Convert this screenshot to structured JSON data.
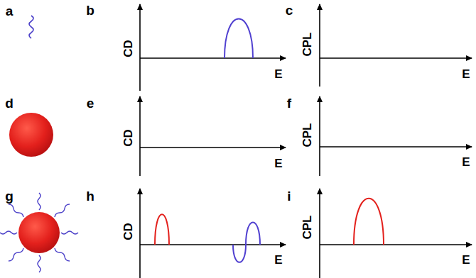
{
  "diagram": {
    "labels": [
      "a",
      "b",
      "c",
      "CD",
      "E",
      "CPL",
      "E",
      "d",
      "e",
      "f",
      "CD",
      "E",
      "CPL",
      "E",
      "g",
      "h",
      "i",
      "CD",
      "E",
      "CPL",
      "E"
    ]
  }
}
